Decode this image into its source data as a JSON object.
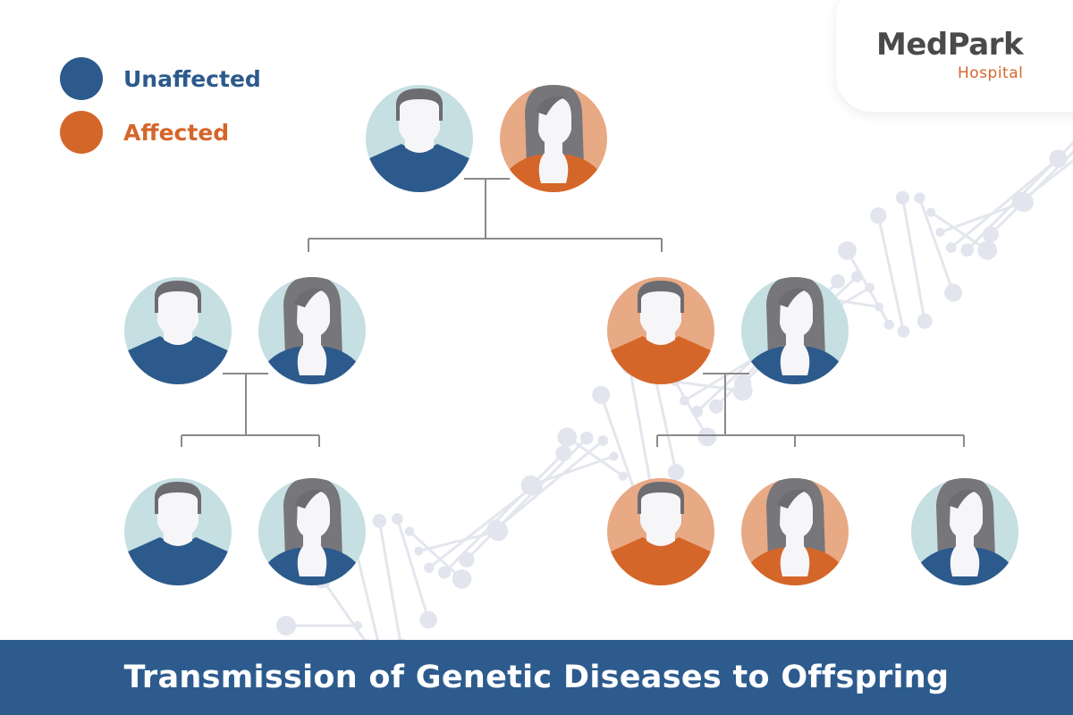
{
  "logo": {
    "name": "MedPark",
    "subtitle": "Hospital"
  },
  "legend": [
    {
      "label": "Unaffected",
      "color": "#2c5a8c"
    },
    {
      "label": "Affected",
      "color": "#d5662a"
    }
  ],
  "colors": {
    "unaffected_shirt": "#2c5a8c",
    "unaffected_bg": "#c5dfe2",
    "affected_shirt": "#d5662a",
    "affected_bg": "#e8a985",
    "hair": "#77767a",
    "skin": "#f6f5f8",
    "line": "#8a8a8a"
  },
  "pedigree": {
    "generation_1": [
      {
        "gender": "male",
        "status": "unaffected"
      },
      {
        "gender": "female",
        "status": "affected"
      }
    ],
    "generation_2": [
      {
        "gender": "male",
        "status": "unaffected"
      },
      {
        "gender": "female",
        "status": "unaffected"
      },
      {
        "gender": "male",
        "status": "affected"
      },
      {
        "gender": "female",
        "status": "unaffected"
      }
    ],
    "generation_3": [
      {
        "gender": "male",
        "status": "unaffected"
      },
      {
        "gender": "female",
        "status": "unaffected"
      },
      {
        "gender": "male",
        "status": "affected"
      },
      {
        "gender": "female",
        "status": "affected"
      },
      {
        "gender": "female",
        "status": "unaffected"
      }
    ]
  },
  "title": "Transmission of Genetic Diseases to Offspring"
}
